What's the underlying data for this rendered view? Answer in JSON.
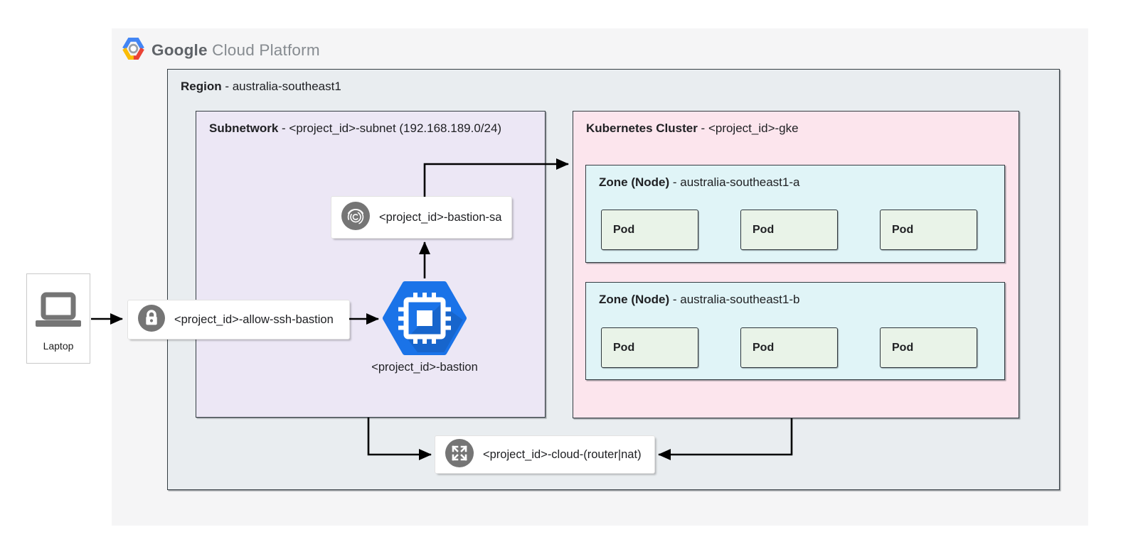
{
  "ui": {
    "sep": " - "
  },
  "brand": {
    "name_bold": "Google",
    "name_light": " Cloud Platform"
  },
  "laptop": {
    "label": "Laptop"
  },
  "region": {
    "title": "Region",
    "name": "australia-southeast1"
  },
  "subnetwork": {
    "title": "Subnetwork",
    "name": "<project_id>-subnet (192.168.189.0/24)"
  },
  "firewall_rule": {
    "label": "<project_id>-allow-ssh-bastion"
  },
  "service_account": {
    "label": "<project_id>-bastion-sa"
  },
  "bastion": {
    "label": "<project_id>-bastion"
  },
  "cloud_router": {
    "label": "<project_id>-cloud-(router|nat)"
  },
  "cluster": {
    "title": "Kubernetes Cluster",
    "name": "<project_id>-gke"
  },
  "zones": [
    {
      "title": "Zone (Node)",
      "name": "australia-southeast1-a",
      "pods": [
        "Pod",
        "Pod",
        "Pod"
      ]
    },
    {
      "title": "Zone (Node)",
      "name": "australia-southeast1-b",
      "pods": [
        "Pod",
        "Pod",
        "Pod"
      ]
    }
  ],
  "colors": {
    "panel_bg": "#f5f5f6",
    "region_bg": "#e9edf0",
    "subnet_bg": "#ece7f5",
    "cluster_bg": "#fce5ed",
    "zone_bg": "#e0f4f7",
    "pod_bg": "#e9f3e8",
    "card_icon_gray": "#757575",
    "compute_blue": "#1a73e8",
    "compute_blue_dark": "#1765cc",
    "logo_blue": "#4285f4",
    "logo_red": "#ea4335",
    "logo_yellow": "#fbbc05",
    "border_dark": "#343c42"
  }
}
